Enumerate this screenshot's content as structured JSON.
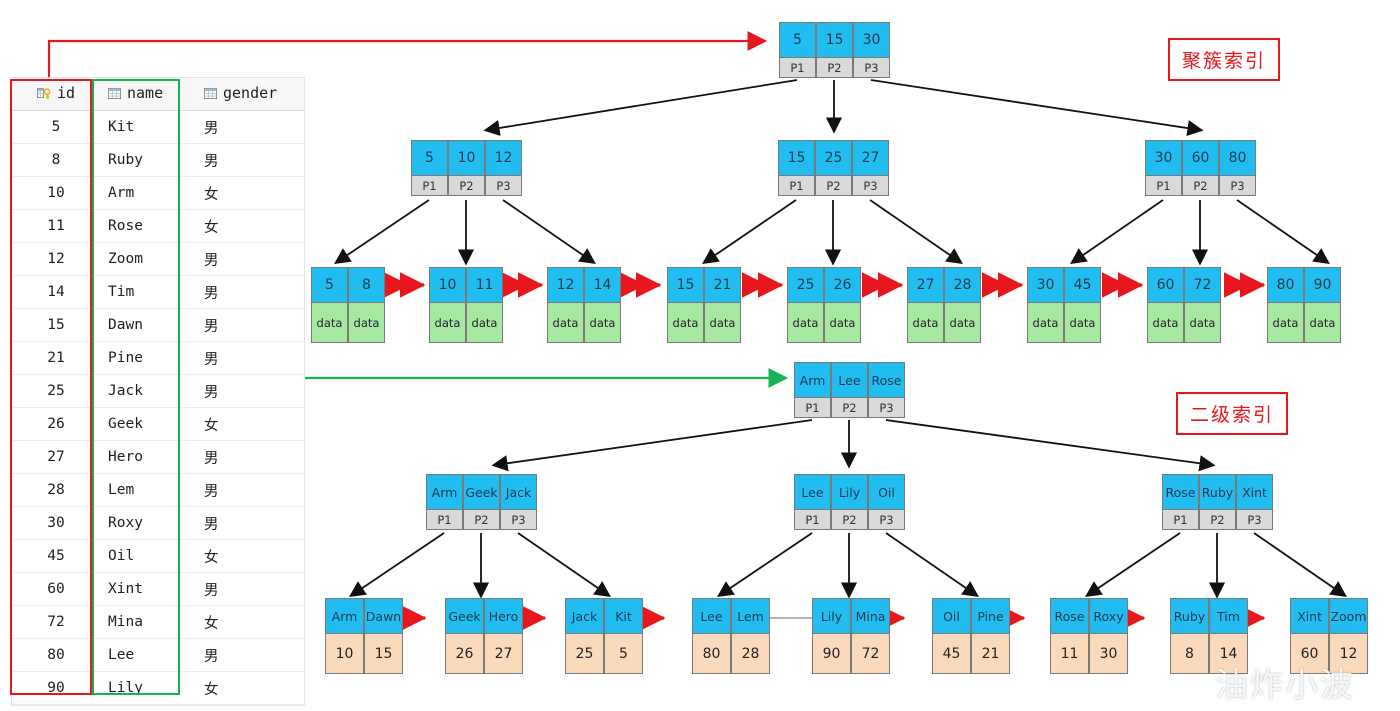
{
  "table": {
    "columns": [
      {
        "key": "id",
        "label": "id",
        "icon": "primary-key-icon"
      },
      {
        "key": "name",
        "label": "name",
        "icon": "column-icon"
      },
      {
        "key": "gender",
        "label": "gender",
        "icon": "column-icon"
      }
    ],
    "rows": [
      {
        "id": "5",
        "name": "Kit",
        "gender": "男"
      },
      {
        "id": "8",
        "name": "Ruby",
        "gender": "男"
      },
      {
        "id": "10",
        "name": "Arm",
        "gender": "女"
      },
      {
        "id": "11",
        "name": "Rose",
        "gender": "女"
      },
      {
        "id": "12",
        "name": "Zoom",
        "gender": "男"
      },
      {
        "id": "14",
        "name": "Tim",
        "gender": "男"
      },
      {
        "id": "15",
        "name": "Dawn",
        "gender": "男"
      },
      {
        "id": "21",
        "name": "Pine",
        "gender": "男"
      },
      {
        "id": "25",
        "name": "Jack",
        "gender": "男"
      },
      {
        "id": "26",
        "name": "Geek",
        "gender": "女"
      },
      {
        "id": "27",
        "name": "Hero",
        "gender": "男"
      },
      {
        "id": "28",
        "name": "Lem",
        "gender": "男"
      },
      {
        "id": "30",
        "name": "Roxy",
        "gender": "男"
      },
      {
        "id": "45",
        "name": "Oil",
        "gender": "女"
      },
      {
        "id": "60",
        "name": "Xint",
        "gender": "男"
      },
      {
        "id": "72",
        "name": "Mina",
        "gender": "女"
      },
      {
        "id": "80",
        "name": "Lee",
        "gender": "男"
      },
      {
        "id": "90",
        "name": "Lily",
        "gender": "女"
      }
    ]
  },
  "callouts": {
    "clustered": "聚簇索引",
    "secondary": "二级索引"
  },
  "watermark": "油炸小波",
  "colors": {
    "key_cell": "#22bdf0",
    "pointer_cell": "#d9d9d9",
    "data_cell_clustered": "#a6e8a0",
    "data_cell_secondary": "#fbd9bb",
    "red_accent": "#e8161d",
    "green_accent": "#16b356"
  },
  "clustered_index": {
    "root": {
      "keys": [
        "5",
        "15",
        "30"
      ],
      "pointers": [
        "P1",
        "P2",
        "P3"
      ]
    },
    "internal": [
      {
        "keys": [
          "5",
          "10",
          "12"
        ],
        "pointers": [
          "P1",
          "P2",
          "P3"
        ]
      },
      {
        "keys": [
          "15",
          "25",
          "27"
        ],
        "pointers": [
          "P1",
          "P2",
          "P3"
        ]
      },
      {
        "keys": [
          "30",
          "60",
          "80"
        ],
        "pointers": [
          "P1",
          "P2",
          "P3"
        ]
      }
    ],
    "leaves": [
      {
        "keys": [
          "5",
          "8"
        ],
        "data": [
          "data",
          "data"
        ]
      },
      {
        "keys": [
          "10",
          "11"
        ],
        "data": [
          "data",
          "data"
        ]
      },
      {
        "keys": [
          "12",
          "14"
        ],
        "data": [
          "data",
          "data"
        ]
      },
      {
        "keys": [
          "15",
          "21"
        ],
        "data": [
          "data",
          "data"
        ]
      },
      {
        "keys": [
          "25",
          "26"
        ],
        "data": [
          "data",
          "data"
        ]
      },
      {
        "keys": [
          "27",
          "28"
        ],
        "data": [
          "data",
          "data"
        ]
      },
      {
        "keys": [
          "30",
          "45"
        ],
        "data": [
          "data",
          "data"
        ]
      },
      {
        "keys": [
          "60",
          "72"
        ],
        "data": [
          "data",
          "data"
        ]
      },
      {
        "keys": [
          "80",
          "90"
        ],
        "data": [
          "data",
          "data"
        ]
      }
    ]
  },
  "secondary_index": {
    "root": {
      "keys": [
        "Arm",
        "Lee",
        "Rose"
      ],
      "pointers": [
        "P1",
        "P2",
        "P3"
      ]
    },
    "internal": [
      {
        "keys": [
          "Arm",
          "Geek",
          "Jack"
        ],
        "pointers": [
          "P1",
          "P2",
          "P3"
        ]
      },
      {
        "keys": [
          "Lee",
          "Lily",
          "Oil"
        ],
        "pointers": [
          "P1",
          "P2",
          "P3"
        ]
      },
      {
        "keys": [
          "Rose",
          "Ruby",
          "Xint"
        ],
        "pointers": [
          "P1",
          "P2",
          "P3"
        ]
      }
    ],
    "leaves": [
      {
        "keys": [
          "Arm",
          "Dawn"
        ],
        "data": [
          "10",
          "15"
        ]
      },
      {
        "keys": [
          "Geek",
          "Hero"
        ],
        "data": [
          "26",
          "27"
        ]
      },
      {
        "keys": [
          "Jack",
          "Kit"
        ],
        "data": [
          "25",
          "5"
        ]
      },
      {
        "keys": [
          "Lee",
          "Lem"
        ],
        "data": [
          "80",
          "28"
        ]
      },
      {
        "keys": [
          "Lily",
          "Mina"
        ],
        "data": [
          "90",
          "72"
        ]
      },
      {
        "keys": [
          "Oil",
          "Pine"
        ],
        "data": [
          "45",
          "21"
        ]
      },
      {
        "keys": [
          "Rose",
          "Roxy"
        ],
        "data": [
          "11",
          "30"
        ]
      },
      {
        "keys": [
          "Ruby",
          "Tim"
        ],
        "data": [
          "8",
          "14"
        ]
      },
      {
        "keys": [
          "Xint",
          "Zoom"
        ],
        "data": [
          "60",
          "12"
        ]
      }
    ]
  }
}
